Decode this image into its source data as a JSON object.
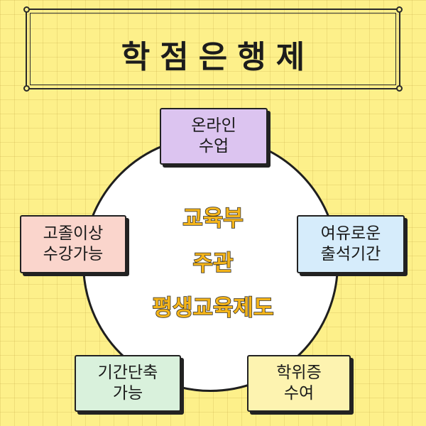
{
  "title": "학점은행제",
  "center": [
    "교육부",
    "주관",
    "평생교육제도"
  ],
  "nodes": {
    "online": [
      "온라인",
      "수업"
    ],
    "attendance": [
      "여유로운",
      "출석기간"
    ],
    "degree": [
      "학위증",
      "수여"
    ],
    "shorten": [
      "기간단축",
      "가능"
    ],
    "high_school": [
      "고졸이상",
      "수강가능"
    ]
  },
  "colors": {
    "background": "#fdf08a",
    "center_text": "#f4b41a",
    "online": "#dcc4f0",
    "attendance": "#d6ecfb",
    "degree": "#fdf3b0",
    "shorten": "#d9f1dc",
    "high_school": "#fad5cc"
  }
}
